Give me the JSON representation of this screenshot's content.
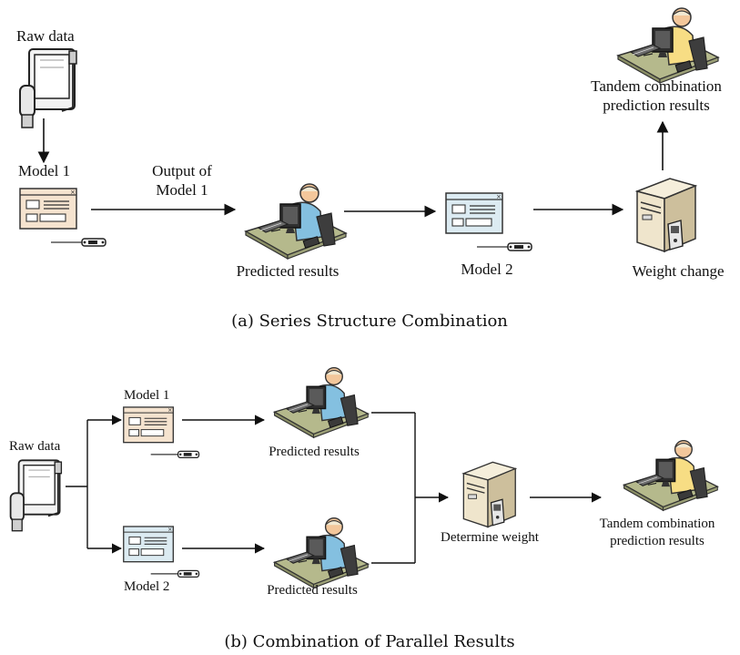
{
  "series": {
    "raw_data": "Raw data",
    "model1": "Model 1",
    "output_label": [
      "Output of",
      "Model 1"
    ],
    "predicted": "Predicted results",
    "model2": "Model 2",
    "weight_change": "Weight change",
    "tandem": [
      "Tandem combination",
      "prediction results"
    ],
    "caption": "(a) Series Structure Combination"
  },
  "parallel": {
    "raw_data": "Raw data",
    "model1": "Model 1",
    "model2": "Model 2",
    "predicted_top": "Predicted results",
    "predicted_bottom": "Predicted results",
    "determine": "Determine weight",
    "tandem": [
      "Tandem combination",
      "prediction results"
    ],
    "caption": "(b) Combination of Parallel Results"
  },
  "icons": {
    "device": "tablet-device-icon",
    "model": "model-window-icon",
    "workstation": "person-workstation-icon",
    "server": "server-tower-icon"
  },
  "colors": {
    "window_beige": "#f5e3cf",
    "window_blue": "#dcebf2",
    "person_blue": "#84c0e0",
    "person_yellow": "#f7dd84",
    "server_beige": "#efe5cc"
  }
}
